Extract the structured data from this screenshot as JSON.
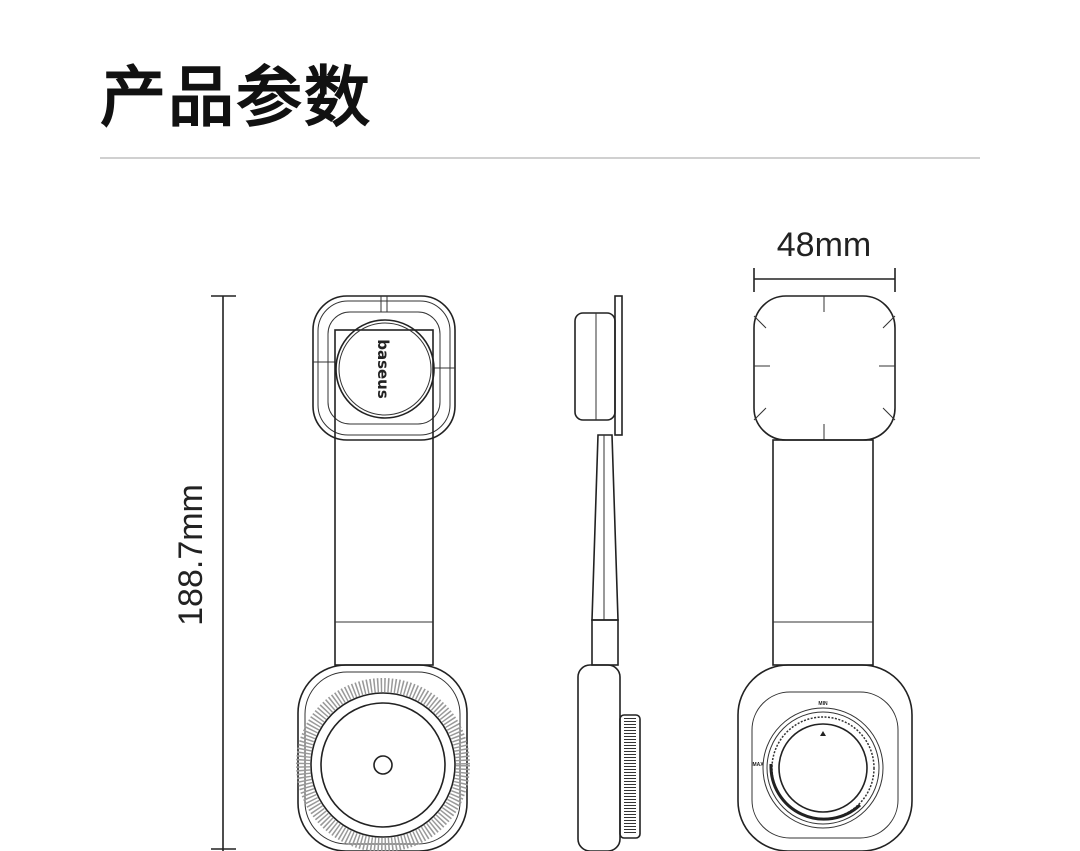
{
  "header": {
    "title": "产品参数"
  },
  "dimensions": {
    "height": "188.7mm",
    "width": "48mm"
  },
  "product": {
    "brand_logo": "baseus",
    "dial_min": "MIN",
    "dial_max": "MAX"
  }
}
